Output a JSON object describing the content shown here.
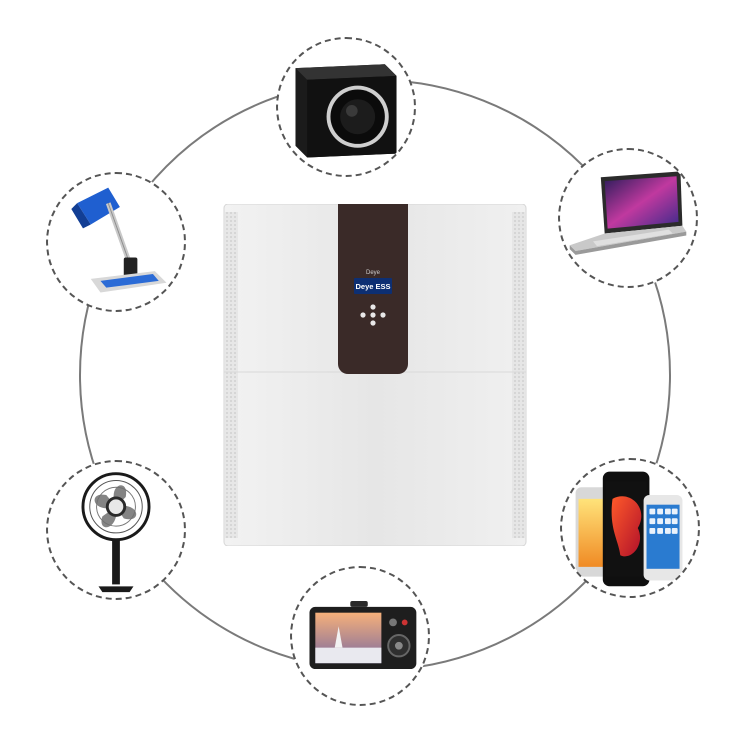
{
  "product": {
    "brand_small": "Deye",
    "screen_text": "Deye ESS",
    "colors": {
      "body": "#e9e9e9",
      "panel": "#3a2a28",
      "screen": "#0d2f73",
      "screen_text": "#ffffff"
    }
  },
  "devices": [
    {
      "id": "speaker",
      "icon": "speaker-icon"
    },
    {
      "id": "laptop",
      "icon": "laptop-icon"
    },
    {
      "id": "phones",
      "icon": "smartphones-icon"
    },
    {
      "id": "camera",
      "icon": "camera-icon"
    },
    {
      "id": "fan",
      "icon": "fan-icon"
    },
    {
      "id": "lamp",
      "icon": "desk-lamp-icon"
    }
  ]
}
